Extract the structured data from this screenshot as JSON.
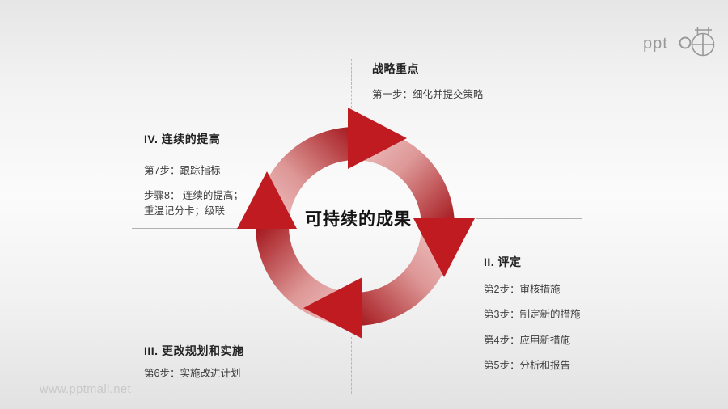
{
  "slide": {
    "center_label": "可持续的成果",
    "watermark": "www.pptmall.net",
    "logo": {
      "text": "ppt"
    }
  },
  "sections": {
    "top": {
      "title": "战略重点",
      "step": "第一步：细化并提交策略"
    },
    "right": {
      "title": "II. 评定",
      "steps": [
        "第2步：审核措施",
        "第3步：制定新的措施",
        "第4步：应用新措施",
        "第5步：分析和报告"
      ]
    },
    "bottom": {
      "title": "III. 更改规划和实施",
      "step": "第6步：实施改进计划"
    },
    "left": {
      "title": "IV. 连续的提高",
      "step1": "第7步：跟踪指标",
      "step2_line1": "步骤8： 连续的提高；",
      "step2_line2": "重温记分卡；级联"
    }
  },
  "colors": {
    "arrow_red": "#c01b21",
    "ring_dark": "#a3141a",
    "ring_light": "#f2cbca",
    "guide_line_gray": "#b0b0b0",
    "logo_gray": "#989898"
  }
}
